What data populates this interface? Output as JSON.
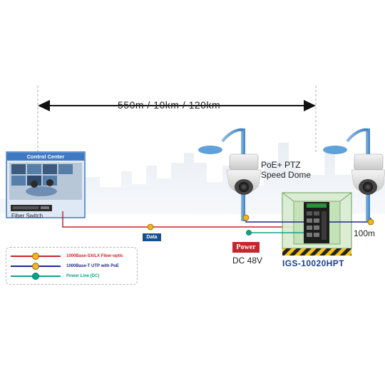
{
  "distance_label": "550m / 10km / 120km",
  "control_center": {
    "title": "Control Center",
    "switch_label": "Fiber Switch"
  },
  "camera_label_line1": "PoE+ PTZ",
  "camera_label_line2": "Speed Dome",
  "distance_100m": "100m",
  "power": {
    "tag": "Power",
    "voltage": "DC 48V"
  },
  "data_tag": "Data",
  "model": "IGS-10020HPT",
  "legend": [
    {
      "label": "1000Base-SX/LX Fiber-optic",
      "color": "#c8242b"
    },
    {
      "label": "1000Base-T UTP with PoE",
      "color": "#1e2a8a"
    },
    {
      "label": "Power Line (DC)",
      "color": "#13a08a"
    }
  ],
  "colors": {
    "fiber": "#c8242b",
    "utp": "#1e2a8a",
    "power": "#13a08a",
    "node": "#f2b418",
    "accent": "#3f79c4"
  },
  "icons": [
    "fiber-switch-icon",
    "ptz-camera-icon",
    "industrial-switch-icon",
    "street-pole-icon"
  ]
}
